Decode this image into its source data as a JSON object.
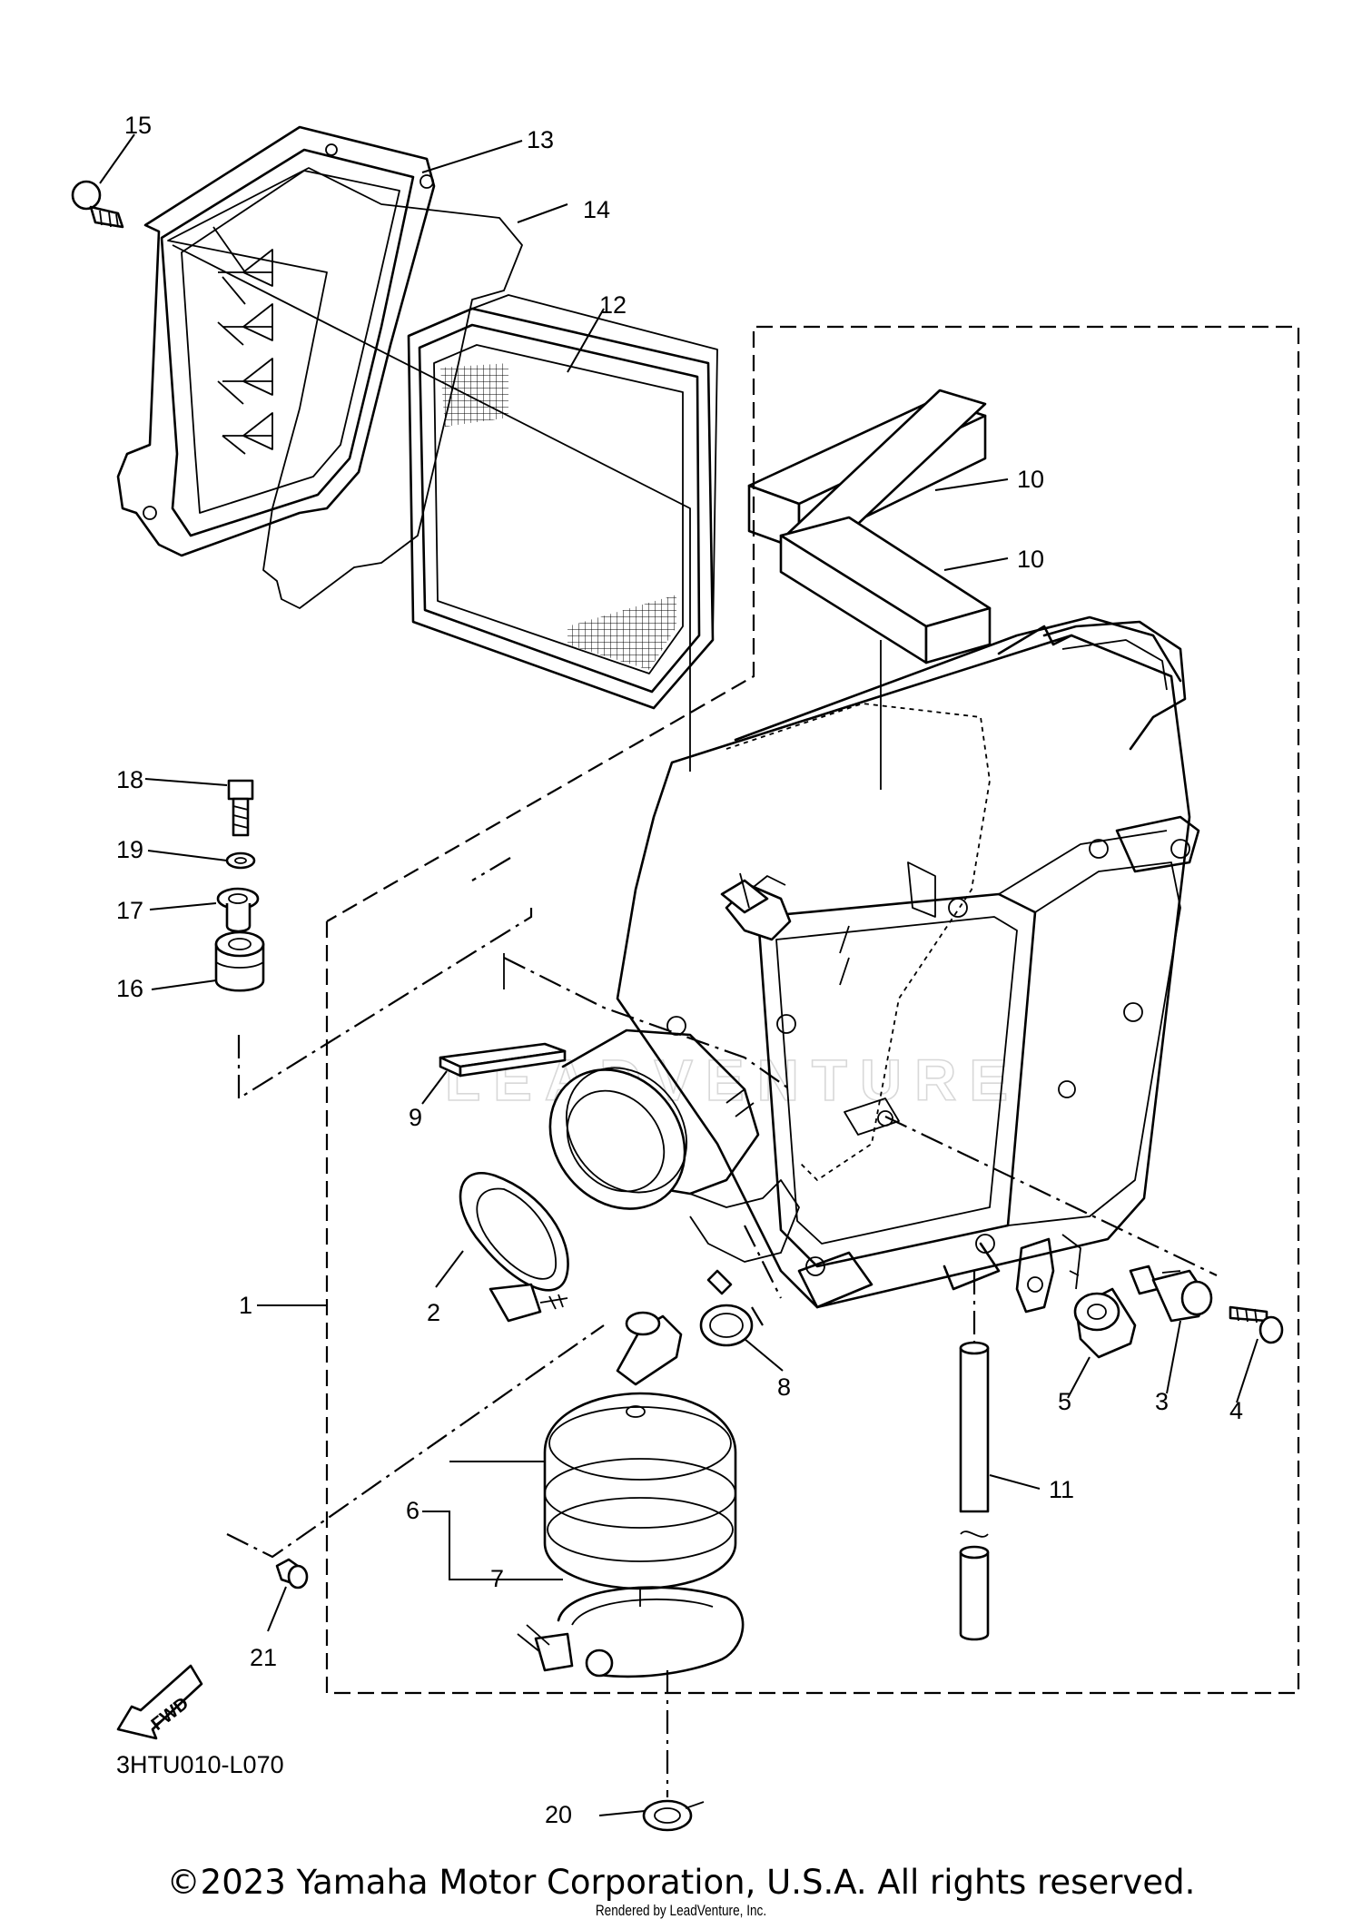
{
  "diagram": {
    "part_code": "3HTU010-L070",
    "watermark": "LEADVENTURE",
    "fwd_label": "FWD",
    "callouts": [
      "1",
      "2",
      "3",
      "4",
      "5",
      "6",
      "7",
      "8",
      "9",
      "10",
      "10",
      "11",
      "12",
      "13",
      "14",
      "15",
      "16",
      "17",
      "18",
      "19",
      "20",
      "21"
    ]
  },
  "footer": {
    "copyright": "©2023 Yamaha Motor Corporation, U.S.A. All rights reserved.",
    "rendered_by": "Rendered by LeadVenture, Inc."
  }
}
